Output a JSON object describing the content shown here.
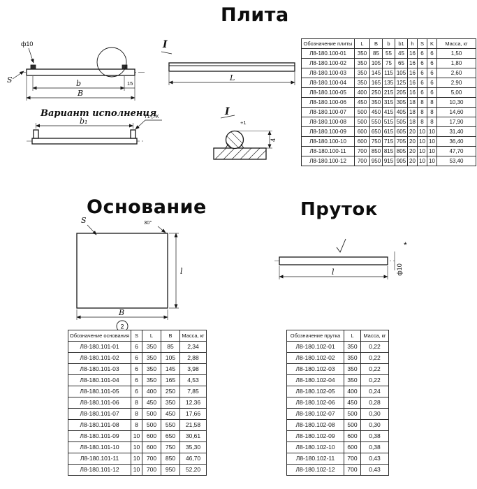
{
  "plita": {
    "title": "Плита",
    "drawing": {
      "diameter_label": "ф10",
      "dim_S": "S",
      "dim_b": "b",
      "dim_B": "B",
      "offset_15": "15",
      "variant_label": "Вариант исполнения",
      "dim_b1": "b₁",
      "weld_label": "Т1-▷К",
      "section_mark": "I",
      "dim_L": "L",
      "detail_mark": "I",
      "detail_dim": "4",
      "detail_tol": "+1"
    },
    "table": {
      "headers": [
        "Обозначение плиты",
        "L",
        "B",
        "b",
        "b1",
        "h",
        "S",
        "K",
        "Масса, кг"
      ],
      "rows": [
        [
          "Л8-180.100-01",
          "350",
          "85",
          "55",
          "45",
          "16",
          "6",
          "6",
          "1,50"
        ],
        [
          "Л8-180.100-02",
          "350",
          "105",
          "75",
          "65",
          "16",
          "6",
          "6",
          "1,80"
        ],
        [
          "Л8-180.100-03",
          "350",
          "145",
          "115",
          "105",
          "16",
          "6",
          "6",
          "2,60"
        ],
        [
          "Л8-180.100-04",
          "350",
          "165",
          "135",
          "125",
          "16",
          "6",
          "6",
          "2,90"
        ],
        [
          "Л8-180.100-05",
          "400",
          "250",
          "215",
          "205",
          "16",
          "6",
          "6",
          "5,00"
        ],
        [
          "Л8-180.100-06",
          "450",
          "350",
          "315",
          "305",
          "18",
          "8",
          "8",
          "10,30"
        ],
        [
          "Л8-180.100-07",
          "500",
          "450",
          "415",
          "405",
          "18",
          "8",
          "8",
          "14,60"
        ],
        [
          "Л8-180.100-08",
          "500",
          "550",
          "515",
          "505",
          "18",
          "8",
          "8",
          "17,90"
        ],
        [
          "Л8-180.100-09",
          "600",
          "650",
          "615",
          "605",
          "20",
          "10",
          "10",
          "31,40"
        ],
        [
          "Л8-180.100-10",
          "600",
          "750",
          "715",
          "705",
          "20",
          "10",
          "10",
          "36,40"
        ],
        [
          "Л8-180.100-11",
          "700",
          "850",
          "815",
          "805",
          "20",
          "10",
          "10",
          "47,70"
        ],
        [
          "Л8-180.100-12",
          "700",
          "950",
          "915",
          "905",
          "20",
          "10",
          "10",
          "53,40"
        ]
      ]
    }
  },
  "osnovanie": {
    "title": "Основание",
    "drawing": {
      "dim_S": "S",
      "corner_angle": "30°",
      "dim_B": "B",
      "dim_l": "l",
      "position_mark": "2"
    },
    "table": {
      "headers": [
        "Обозначение основания",
        "S",
        "L",
        "B",
        "Масса, кг"
      ],
      "rows": [
        [
          "Л8-180.101-01",
          "6",
          "350",
          "85",
          "2,34"
        ],
        [
          "Л8-180.101-02",
          "6",
          "350",
          "105",
          "2,88"
        ],
        [
          "Л8-180.101-03",
          "6",
          "350",
          "145",
          "3,98"
        ],
        [
          "Л8-180.101-04",
          "6",
          "350",
          "165",
          "4,53"
        ],
        [
          "Л8-180.101-05",
          "6",
          "400",
          "250",
          "7,85"
        ],
        [
          "Л8-180.101-06",
          "8",
          "450",
          "350",
          "12,36"
        ],
        [
          "Л8-180.101-07",
          "8",
          "500",
          "450",
          "17,66"
        ],
        [
          "Л8-180.101-08",
          "8",
          "500",
          "550",
          "21,58"
        ],
        [
          "Л8-180.101-09",
          "10",
          "600",
          "650",
          "30,61"
        ],
        [
          "Л8-180.101-10",
          "10",
          "600",
          "750",
          "35,30"
        ],
        [
          "Л8-180.101-11",
          "10",
          "700",
          "850",
          "46,70"
        ],
        [
          "Л8-180.101-12",
          "10",
          "700",
          "950",
          "52,20"
        ]
      ]
    }
  },
  "prutok": {
    "title": "Пруток",
    "drawing": {
      "dim_l": "l",
      "diameter_label": "ф10",
      "ref_mark": "*"
    },
    "table": {
      "headers": [
        "Обозначение прутка",
        "L",
        "Масса, кг"
      ],
      "rows": [
        [
          "Л8-180.102-01",
          "350",
          "0,22"
        ],
        [
          "Л8-180.102-02",
          "350",
          "0,22"
        ],
        [
          "Л8-180.102-03",
          "350",
          "0,22"
        ],
        [
          "Л8-180.102-04",
          "350",
          "0,22"
        ],
        [
          "Л8-180.102-05",
          "400",
          "0,24"
        ],
        [
          "Л8-180.102-06",
          "450",
          "0,28"
        ],
        [
          "Л8-180.102-07",
          "500",
          "0,30"
        ],
        [
          "Л8-180.102-08",
          "500",
          "0,30"
        ],
        [
          "Л8-180.102-09",
          "600",
          "0,38"
        ],
        [
          "Л8-180.102-10",
          "600",
          "0,38"
        ],
        [
          "Л8-180.102-11",
          "700",
          "0,43"
        ],
        [
          "Л8-180.102-12",
          "700",
          "0,43"
        ]
      ]
    }
  }
}
